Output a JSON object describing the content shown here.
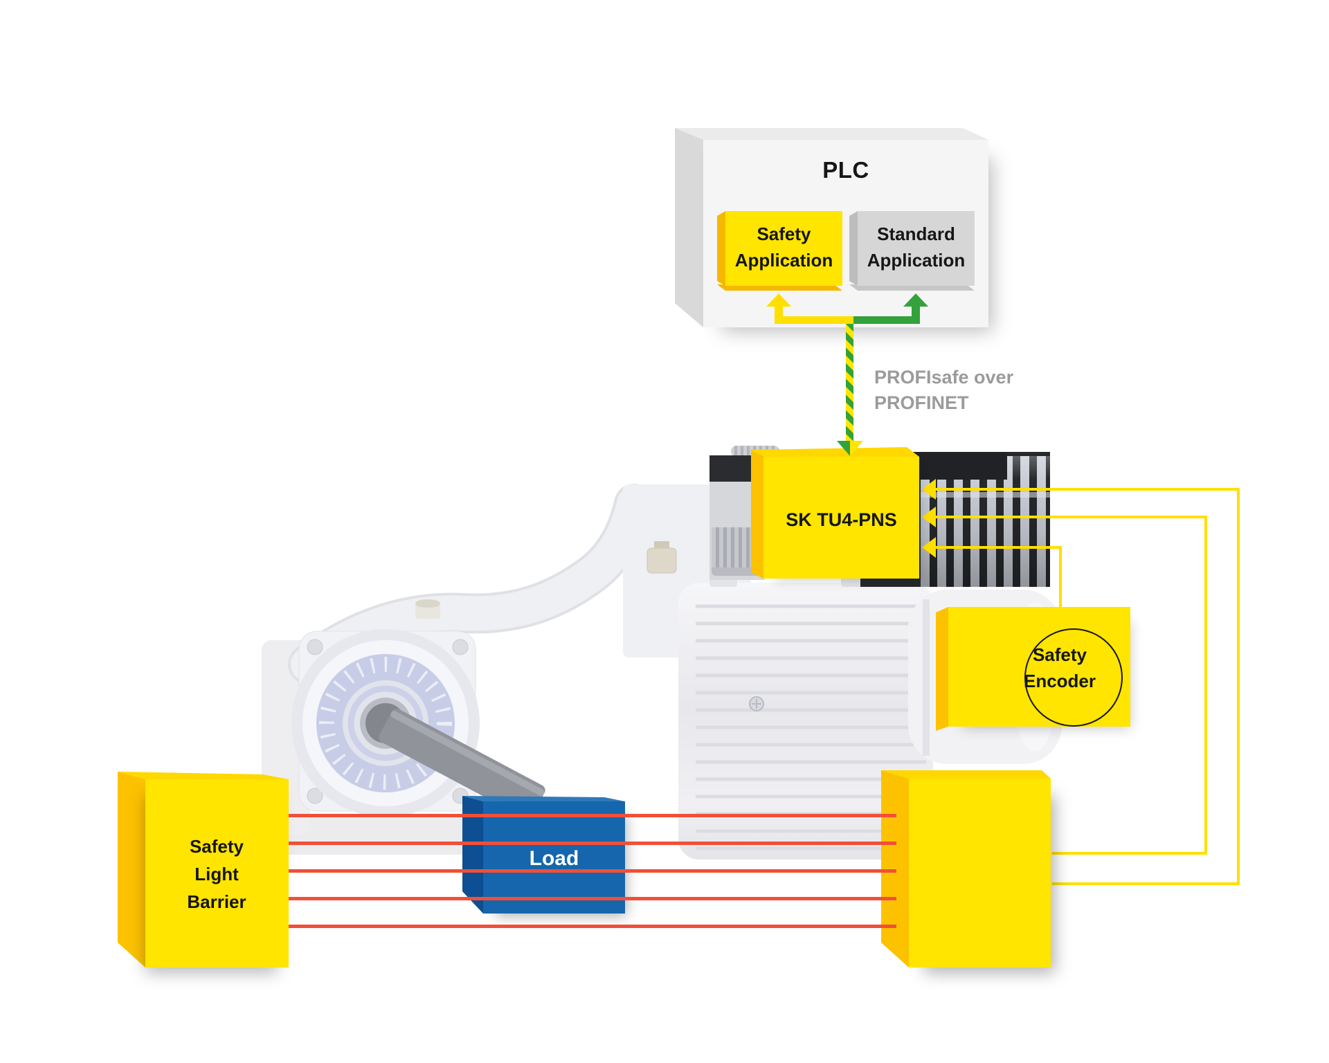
{
  "plc": {
    "title": "PLC",
    "safety_application_label": "Safety Application",
    "standard_application_label": "Standard Application"
  },
  "network": {
    "protocol_line1": "PROFIsafe over",
    "protocol_line2": "PROFINET"
  },
  "devices": {
    "bus_module_label": "SK TU4-PNS",
    "safety_encoder_label": "Safety Encoder",
    "safety_light_barrier_label": "Safety Light Barrier",
    "load_label": "Load"
  },
  "connections": {
    "safety_channel_color": "#ffdf00",
    "standard_channel_color": "#33a23b",
    "combined_bus_style": "yellow-green striped arrow",
    "light_beam_color": "#f14f38",
    "light_beam_count": 5,
    "encoder_feedback_line_count": 3
  },
  "colors": {
    "box_yellow_front": "#ffe500",
    "box_yellow_side": "#fcc200",
    "box_yellow_top": "#ffd800",
    "load_blue_front": "#1566ad",
    "load_blue_side": "#0d4f92",
    "plc_front": "#f5f5f5",
    "plc_side": "#d9d9d9",
    "plc_top": "#ebebeb",
    "standard_app_gray": "#d6d6d6",
    "network_text_gray": "#9b9b9b"
  }
}
